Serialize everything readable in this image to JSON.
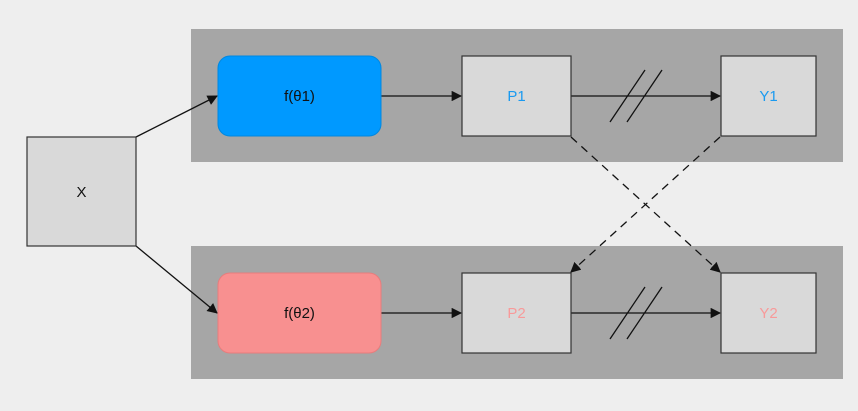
{
  "diagram": {
    "colors": {
      "background": "#eeeeee",
      "band": "#a6a6a6",
      "node_fill": "#d9d9d9",
      "node_stroke": "#333333",
      "blue_fill": "#0099ff",
      "red_fill": "#f89090",
      "blue_text": "#1a9af0",
      "red_text": "#f89a9a",
      "dark_text": "#111111",
      "arrow": "#111111"
    },
    "nodes": {
      "x": {
        "label": "X"
      },
      "f1": {
        "label": "f(θ1)"
      },
      "f2": {
        "label": "f(θ2)"
      },
      "p1": {
        "label": "P1"
      },
      "p2": {
        "label": "P2"
      },
      "y1": {
        "label": "Y1"
      },
      "y2": {
        "label": "Y2"
      }
    },
    "edges": [
      {
        "from": "x",
        "to": "f1",
        "style": "solid"
      },
      {
        "from": "x",
        "to": "f2",
        "style": "solid"
      },
      {
        "from": "f1",
        "to": "p1",
        "style": "solid"
      },
      {
        "from": "f2",
        "to": "p2",
        "style": "solid"
      },
      {
        "from": "p1",
        "to": "y1",
        "style": "solid",
        "marker": "double-slash"
      },
      {
        "from": "p2",
        "to": "y2",
        "style": "solid",
        "marker": "double-slash"
      },
      {
        "from": "p1",
        "to": "y2",
        "style": "dashed"
      },
      {
        "from": "y1",
        "to": "p2",
        "style": "dashed"
      }
    ]
  }
}
